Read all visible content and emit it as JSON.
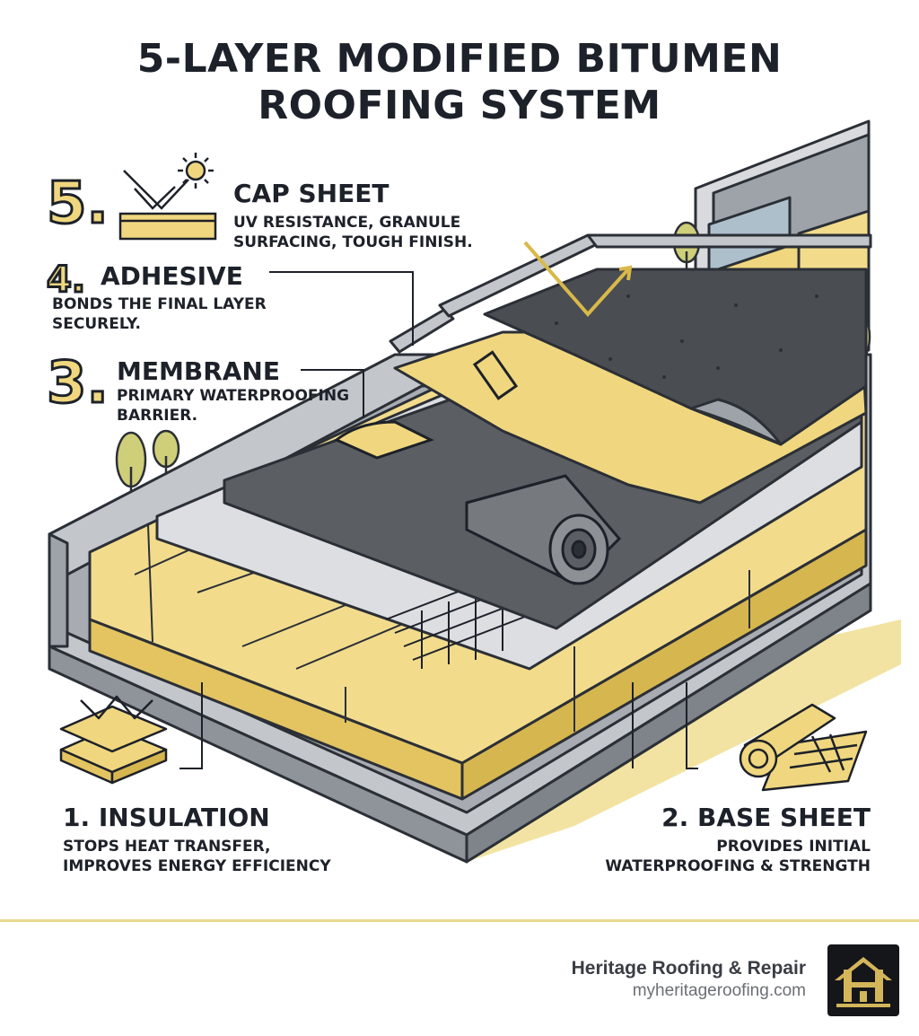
{
  "title": {
    "line1": "5-LAYER MODIFIED BITUMEN",
    "line2": "ROOFING SYSTEM"
  },
  "layers": [
    {
      "number": "5.",
      "name": "CAP SHEET",
      "desc_lines": [
        "UV RESISTANCE, GRANULE",
        "SURFACING, TOUGH FINISH."
      ]
    },
    {
      "number": "4.",
      "name": "ADHESIVE",
      "desc_lines": [
        "BONDS THE FINAL LAYER",
        "SECURELY."
      ]
    },
    {
      "number": "3.",
      "name": "MEMBRANE",
      "desc_lines": [
        "PRIMARY WATERPROOFING",
        "BARRIER."
      ]
    },
    {
      "number": "1.",
      "name": "INSULATION",
      "desc_lines": [
        "STOPS HEAT TRANSFER,",
        "IMPROVES ENERGY EFFICIENCY"
      ]
    },
    {
      "number": "2.",
      "name": "BASE SHEET",
      "desc_lines": [
        "PROVIDES INITIAL",
        "WATERPROOFING & STRENGTH"
      ]
    }
  ],
  "brand": {
    "name": "Heritage Roofing & Repair",
    "url": "myheritageroofing.com"
  },
  "colors": {
    "gold": "#f0d77f",
    "dark": "#1d2129",
    "membrane": "#5b5e63",
    "concrete": "#b9bcc2"
  },
  "icons": [
    "sun-uv-icon",
    "cap-sheet-swatch-icon",
    "insulation-stack-icon",
    "base-sheet-roll-icon",
    "brand-logo-icon"
  ]
}
